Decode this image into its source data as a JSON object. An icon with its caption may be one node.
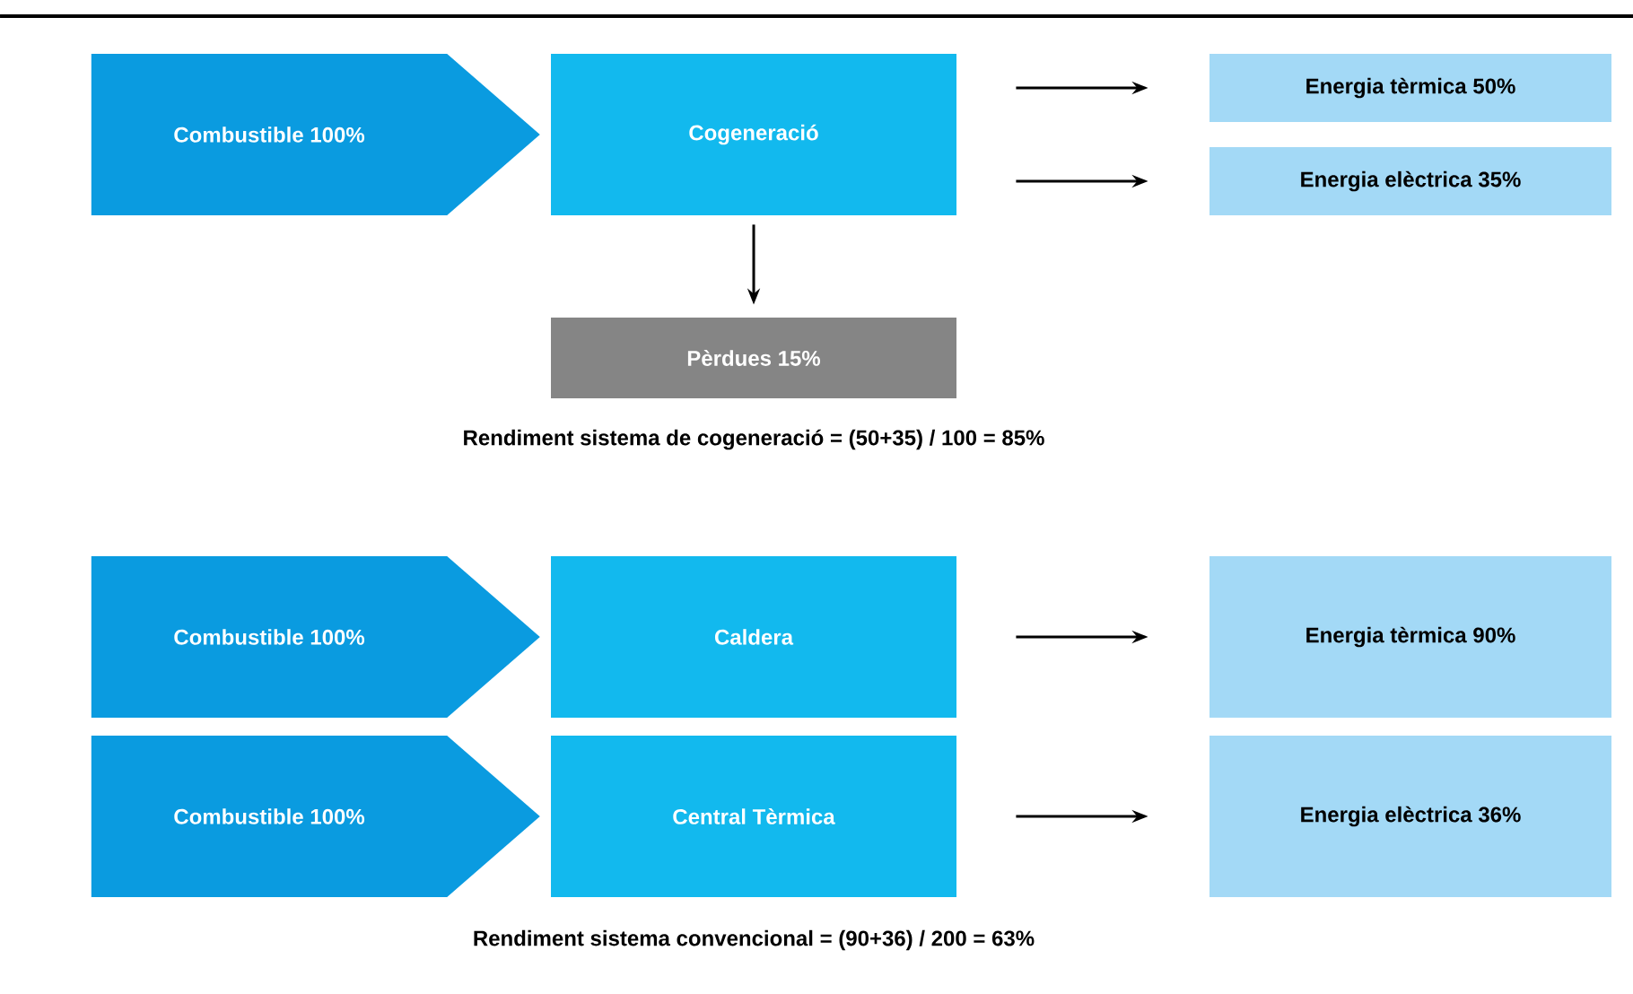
{
  "diagram": {
    "nodes": [
      {
        "text": [
          "Combustible 100%"
        ]
      },
      {
        "text": [
          "Cogeneració"
        ]
      },
      {
        "text": [
          "Energia tèrmica 50%"
        ]
      },
      {
        "text": [
          "Energia elèctrica 35%"
        ]
      },
      {
        "text": [
          "Pèrdues 15%"
        ]
      },
      {
        "text": [
          "Combustible 100%"
        ]
      },
      {
        "text": [
          "Caldera"
        ]
      },
      {
        "text": [
          "Energia tèrmica 90%"
        ]
      },
      {
        "text": [
          "Combustible 100%"
        ]
      },
      {
        "text": [
          "Central Tèrmica"
        ]
      },
      {
        "text": [
          "Energia elèctrica 36%"
        ]
      }
    ],
    "edges": [
      {
        "from": 1,
        "to": 2,
        "arrow": "to"
      },
      {
        "from": 1,
        "to": 3,
        "arrow": "to"
      },
      {
        "from": 1,
        "to": 4,
        "arrow": "to"
      },
      {
        "from": 6,
        "to": 7,
        "arrow": "to"
      },
      {
        "from": 9,
        "to": 10,
        "arrow": "to"
      }
    ],
    "labels": [
      "Rendiment sistema de cogeneració = (50+35) / 100 = 85%",
      "Rendiment sistema convencional = (90+36) / 200 = 63%"
    ]
  }
}
